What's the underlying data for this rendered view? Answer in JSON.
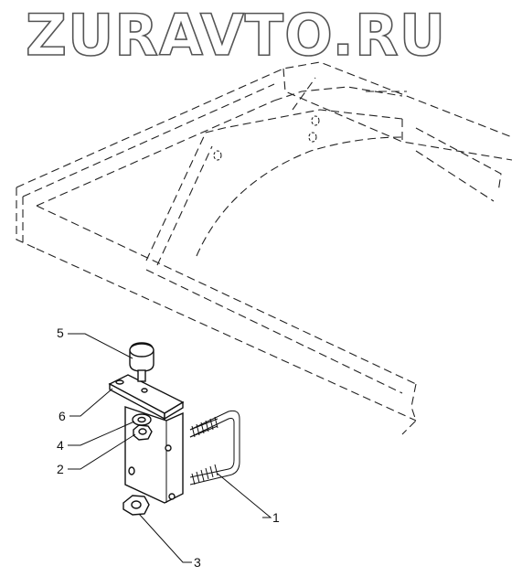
{
  "watermark": {
    "text": "ZURAVTO.RU"
  },
  "callouts": [
    {
      "id": "1",
      "label": "1"
    },
    {
      "id": "2",
      "label": "2"
    },
    {
      "id": "3",
      "label": "3"
    },
    {
      "id": "4",
      "label": "4"
    },
    {
      "id": "5",
      "label": "5"
    },
    {
      "id": "6",
      "label": "6"
    }
  ],
  "colors": {
    "line": "#111111",
    "watermark_outline": "#555555"
  }
}
